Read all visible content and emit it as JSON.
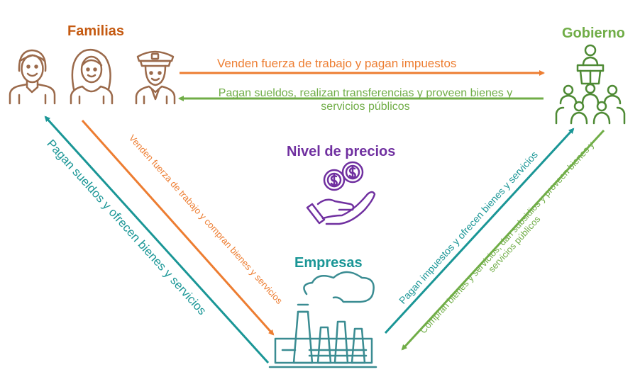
{
  "nodes": {
    "familias": "Familias",
    "gobierno": "Gobierno",
    "empresas": "Empresas",
    "nivel_precios": "Nivel de precios"
  },
  "flows": {
    "familias_to_gobierno": "Venden  fuerza de trabajo y pagan impuestos",
    "gobierno_to_familias_line1": "Pagan sueldos, realizan transferencias y proveen bienes y",
    "gobierno_to_familias_line2": "servicios públicos",
    "familias_to_empresas": "Venden  fuerza de trabajo y compran bienes  y servicios",
    "empresas_to_familias": "Pagan sueldos y ofrecen bienes y servicios",
    "empresas_to_gobierno": "Pagan impuestos y ofrecen bienes y servicios",
    "gobierno_to_empresas_line1": "Compran bienes y servicios, dan subsidios y proveen bienes y",
    "gobierno_to_empresas_line2": "servicios públicos"
  },
  "colors": {
    "orange": "#ED7D31",
    "orange_title": "#C55A11",
    "green": "#70AD47",
    "teal": "#1A9696",
    "purple": "#7030A0",
    "icon_brown": "#9B6A4B",
    "icon_green": "#4E8A34",
    "icon_teal": "#3A8C92"
  },
  "icons": [
    "man-icon",
    "woman-icon",
    "police-officer-icon",
    "government-speaker-icon",
    "coins-hand-icon",
    "factory-icon"
  ]
}
